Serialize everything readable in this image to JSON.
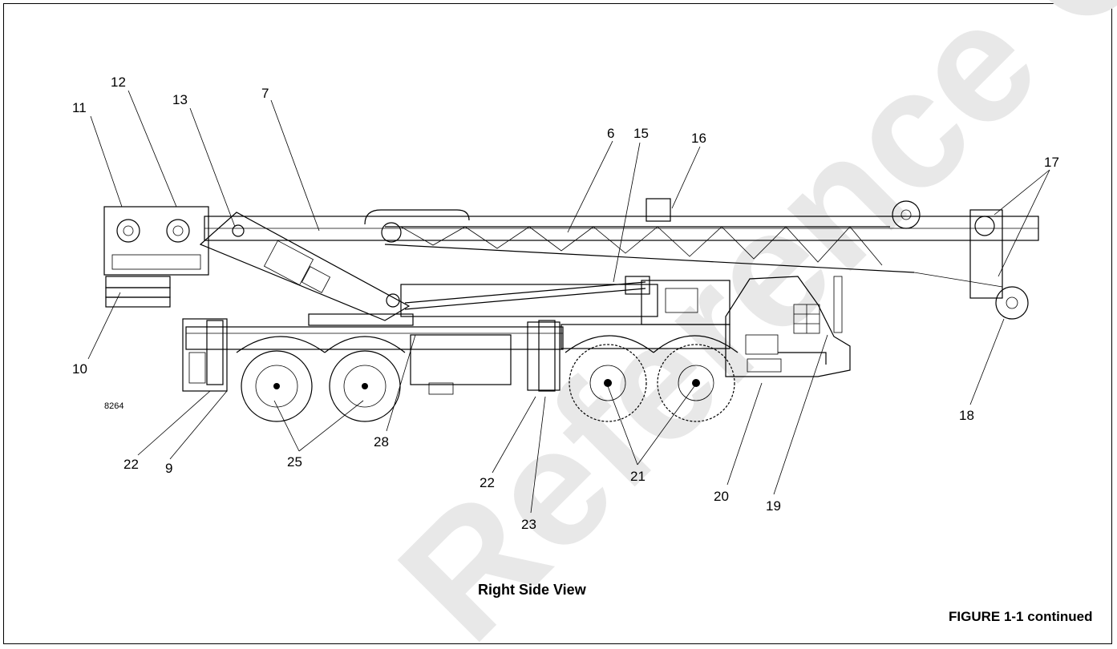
{
  "figure": {
    "view_title": "Right Side View",
    "figure_caption": "FIGURE 1-1 continued",
    "drawing_number": "8264",
    "watermark": "Reference Only"
  },
  "callouts": [
    {
      "id": "c11",
      "label": "11"
    },
    {
      "id": "c12",
      "label": "12"
    },
    {
      "id": "c13",
      "label": "13"
    },
    {
      "id": "c7",
      "label": "7"
    },
    {
      "id": "c6",
      "label": "6"
    },
    {
      "id": "c15",
      "label": "15"
    },
    {
      "id": "c16",
      "label": "16"
    },
    {
      "id": "c17",
      "label": "17"
    },
    {
      "id": "c10",
      "label": "10"
    },
    {
      "id": "c18",
      "label": "18"
    },
    {
      "id": "c22a",
      "label": "22"
    },
    {
      "id": "c9",
      "label": "9"
    },
    {
      "id": "c25",
      "label": "25"
    },
    {
      "id": "c28",
      "label": "28"
    },
    {
      "id": "c22b",
      "label": "22"
    },
    {
      "id": "c23",
      "label": "23"
    },
    {
      "id": "c21",
      "label": "21"
    },
    {
      "id": "c20",
      "label": "20"
    },
    {
      "id": "c19",
      "label": "19"
    }
  ]
}
